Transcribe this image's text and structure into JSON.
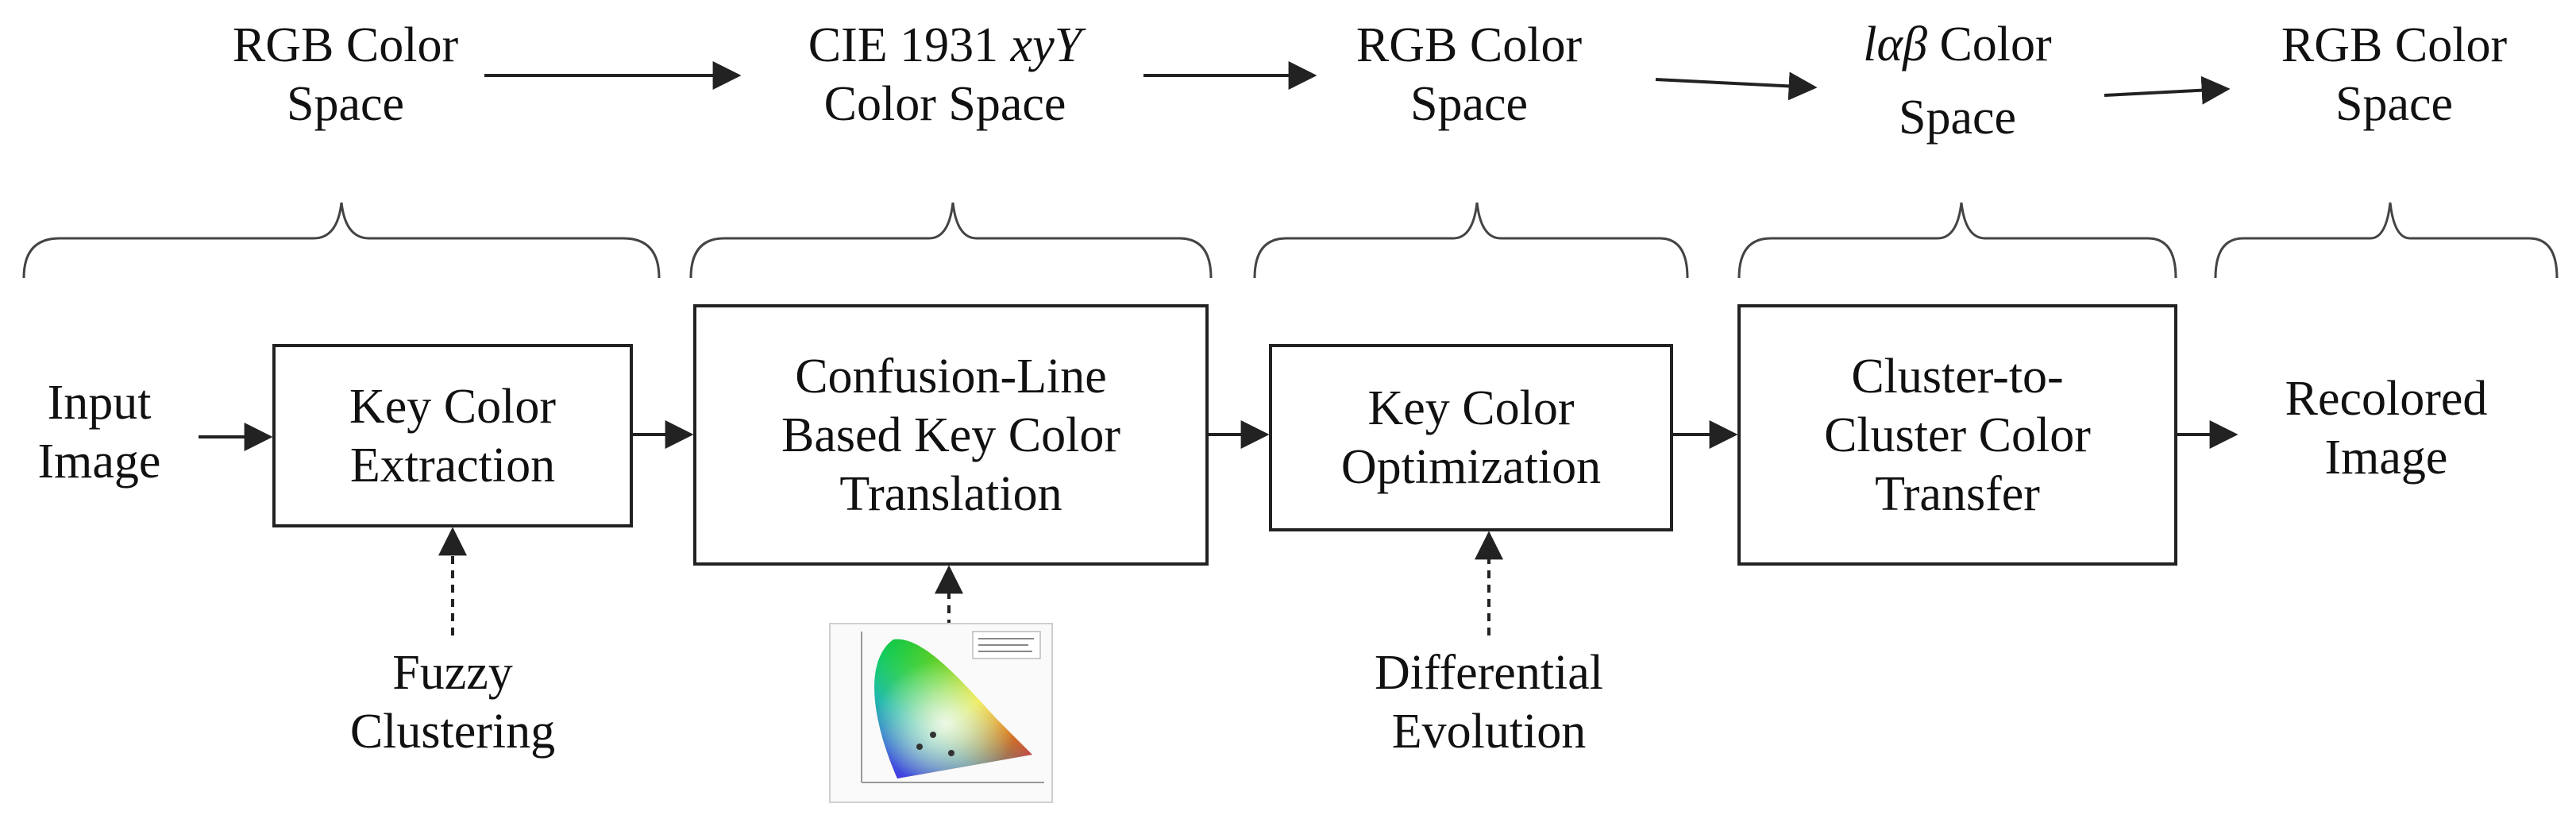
{
  "color_spaces": {
    "cs1": {
      "line1": "RGB Color",
      "line2": "Space"
    },
    "cs2": {
      "line1_prefix": "CIE 1931 ",
      "line1_var": "xyY",
      "line2": "Color Space"
    },
    "cs3": {
      "line1": "RGB Color",
      "line2": "Space"
    },
    "cs4": {
      "line1_var": "lαβ",
      "line1_suffix": " Color",
      "line2": "Space"
    },
    "cs5": {
      "line1": "RGB Color",
      "line2": "Space"
    }
  },
  "io": {
    "input": {
      "line1": "Input",
      "line2": "Image"
    },
    "output": {
      "line1": "Recolored",
      "line2": "Image"
    }
  },
  "steps": {
    "s1": {
      "lines": [
        "Key Color",
        "Extraction"
      ]
    },
    "s2": {
      "lines": [
        "Confusion-Line",
        "Based Key Color",
        "Translation"
      ]
    },
    "s3": {
      "lines": [
        "Key Color",
        "Optimization"
      ]
    },
    "s4": {
      "lines": [
        "Cluster-to-",
        "Cluster Color",
        "Transfer"
      ]
    }
  },
  "inputs": {
    "fuzzy": {
      "line1": "Fuzzy",
      "line2": "Clustering"
    },
    "de": {
      "line1": "Differential",
      "line2": "Evolution"
    }
  },
  "colors": {
    "stroke": "#222222",
    "text": "#111111"
  }
}
